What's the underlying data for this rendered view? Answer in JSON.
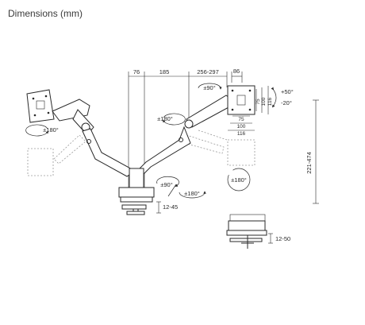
{
  "page": {
    "title": "Dimensions (mm)"
  },
  "dims": {
    "d76": "76",
    "d185": "185",
    "d256_297": "256-297",
    "d86": "86",
    "d75": "75",
    "d100": "100",
    "d116": "116",
    "tilt_up": "+50°",
    "tilt_down": "-20°",
    "height_range": "221-474",
    "clamp_range": "12-45",
    "grommet_range": "12-50"
  },
  "rotations": {
    "swivel_top": "±90°",
    "arm_left": "±180°",
    "arm_right": "±180°",
    "base_left": "±90°",
    "base_right": "±180°",
    "rotate_screen": "±180°"
  },
  "colors": {
    "line": "#2a2a2a",
    "ghost": "#9a9a9a",
    "arm": "#ffffff"
  }
}
